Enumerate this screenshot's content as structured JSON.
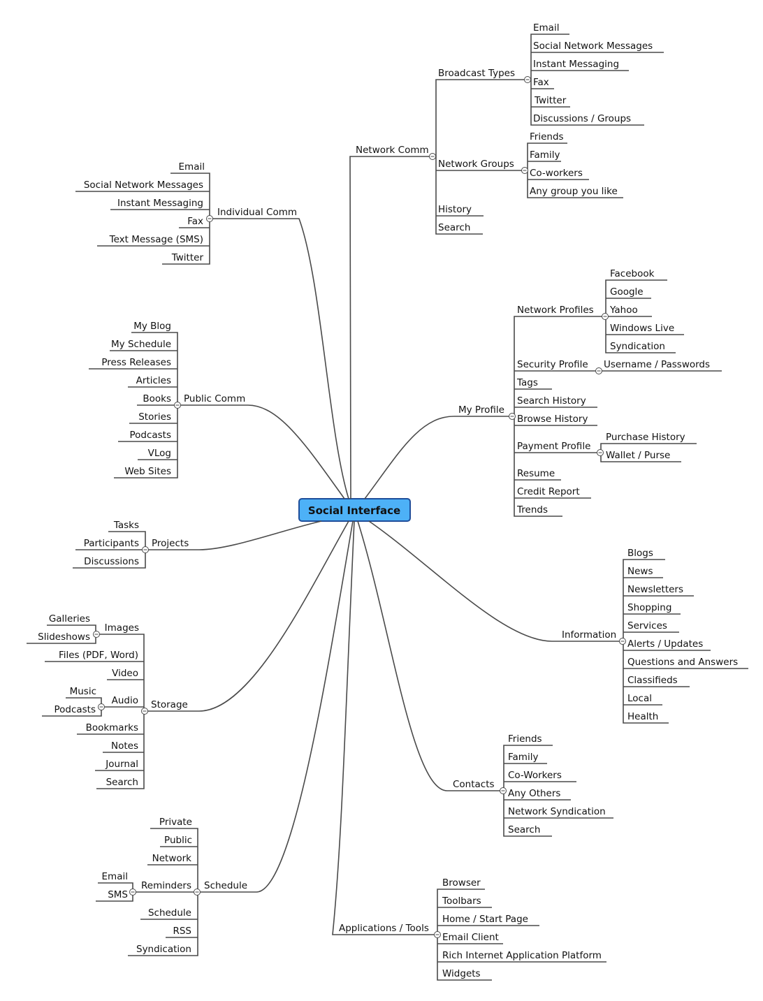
{
  "root": {
    "label": "Social Interface"
  },
  "topics": {
    "network_comm": {
      "label": "Network Comm",
      "broadcast_types": {
        "label": "Broadcast Types",
        "items": [
          "Email",
          "Social Network Messages",
          "Instant Messaging",
          "Fax",
          "Twitter",
          "Discussions / Groups"
        ]
      },
      "network_groups": {
        "label": "Network Groups",
        "items": [
          "Friends",
          "Family",
          "Co-workers",
          "Any group you like"
        ]
      },
      "history": "History",
      "search": "Search"
    },
    "individual_comm": {
      "label": "Individual Comm",
      "items": [
        "Email",
        "Social Network Messages",
        "Instant Messaging",
        "Fax",
        "Text Message (SMS)",
        "Twitter"
      ]
    },
    "public_comm": {
      "label": "Public Comm",
      "items": [
        "My Blog",
        "My Schedule",
        "Press Releases",
        "Articles",
        "Books",
        "Stories",
        "Podcasts",
        "VLog",
        "Web Sites"
      ]
    },
    "projects": {
      "label": "Projects",
      "items": [
        "Tasks",
        "Participants",
        "Discussions"
      ]
    },
    "storage": {
      "label": "Storage",
      "images": {
        "label": "Images",
        "items": [
          "Galleries",
          "Slideshows"
        ]
      },
      "files": "Files (PDF, Word)",
      "video": "Video",
      "audio": {
        "label": "Audio",
        "items": [
          "Music",
          "Podcasts"
        ]
      },
      "bookmarks": "Bookmarks",
      "notes": "Notes",
      "journal": "Journal",
      "search": "Search"
    },
    "schedule": {
      "label": "Schedule",
      "private": "Private",
      "public": "Public",
      "network": "Network",
      "reminders": {
        "label": "Reminders",
        "items": [
          "Email",
          "SMS"
        ]
      },
      "schedule": "Schedule",
      "rss": "RSS",
      "syndication": "Syndication"
    },
    "my_profile": {
      "label": "My Profile",
      "network_profiles": {
        "label": "Network Profiles",
        "items": [
          "Facebook",
          "Google",
          "Yahoo",
          "Windows Live",
          "Syndication"
        ]
      },
      "security_profile": {
        "label": "Security Profile",
        "items": [
          "Username / Passwords"
        ]
      },
      "tags": "Tags",
      "search_history": "Search History",
      "browse_history": "Browse History",
      "payment_profile": {
        "label": "Payment Profile",
        "items": [
          "Purchase History",
          "Wallet / Purse"
        ]
      },
      "resume": "Resume",
      "credit_report": "Credit Report",
      "trends": "Trends"
    },
    "information": {
      "label": "Information",
      "items": [
        "Blogs",
        "News",
        "Newsletters",
        "Shopping",
        "Services",
        "Alerts / Updates",
        "Questions and Answers",
        "Classifieds",
        "Local",
        "Health"
      ]
    },
    "contacts": {
      "label": "Contacts",
      "items": [
        "Friends",
        "Family",
        "Co-Workers",
        "Any Others",
        "Network Syndication",
        "Search"
      ]
    },
    "applications_tools": {
      "label": "Applications / Tools",
      "items": [
        "Browser",
        "Toolbars",
        "Home / Start Page",
        "Email Client",
        "Rich Internet Application Platform",
        "Widgets"
      ]
    }
  },
  "colors": {
    "root_fill": "#4db1f7",
    "root_stroke": "#1f4e9a",
    "line": "#4a4a4a",
    "text": "#111111"
  }
}
